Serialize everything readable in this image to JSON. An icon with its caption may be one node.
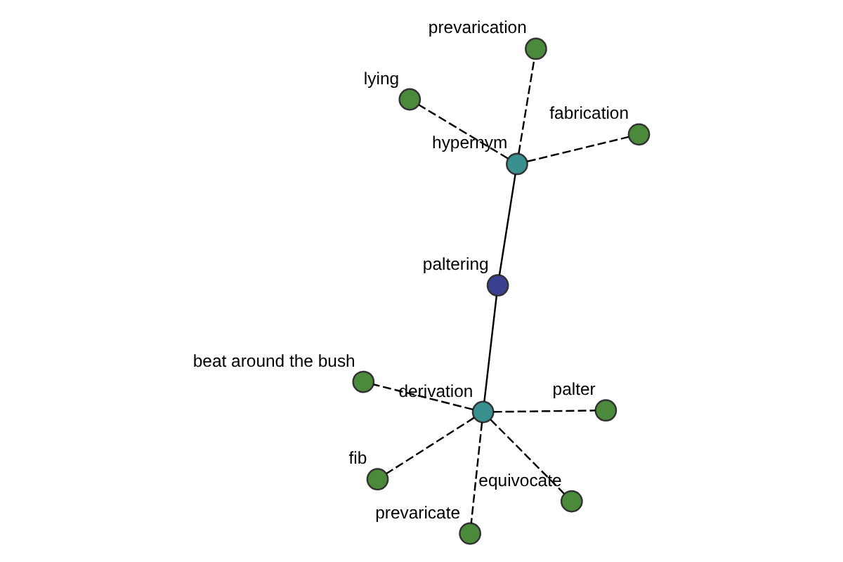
{
  "diagram": {
    "nodes": [
      {
        "text": [
          "paltering"
        ]
      },
      {
        "text": [
          "hypernym"
        ]
      },
      {
        "text": [
          "fabrication"
        ]
      },
      {
        "text": [
          "lying"
        ]
      },
      {
        "text": [
          "prevarication"
        ]
      },
      {
        "text": [
          "derivation"
        ]
      },
      {
        "text": [
          "beat around the bush"
        ]
      },
      {
        "text": [
          "palter"
        ]
      },
      {
        "text": [
          "fib"
        ]
      },
      {
        "text": [
          "equivocate"
        ]
      },
      {
        "text": [
          "prevaricate"
        ]
      }
    ],
    "edges": [
      {
        "from": 0,
        "to": 1,
        "arrow": "none"
      },
      {
        "from": 1,
        "to": 2,
        "arrow": "none",
        "style": "dashed"
      },
      {
        "from": 1,
        "to": 3,
        "arrow": "none",
        "style": "dashed"
      },
      {
        "from": 1,
        "to": 4,
        "arrow": "none",
        "style": "dashed"
      },
      {
        "from": 0,
        "to": 5,
        "arrow": "none"
      },
      {
        "from": 5,
        "to": 6,
        "arrow": "none",
        "style": "dashed"
      },
      {
        "from": 5,
        "to": 7,
        "arrow": "none",
        "style": "dashed"
      },
      {
        "from": 5,
        "to": 8,
        "arrow": "none",
        "style": "dashed"
      },
      {
        "from": 5,
        "to": 9,
        "arrow": "none",
        "style": "dashed"
      },
      {
        "from": 5,
        "to": 10,
        "arrow": "none",
        "style": "dashed"
      }
    ]
  }
}
